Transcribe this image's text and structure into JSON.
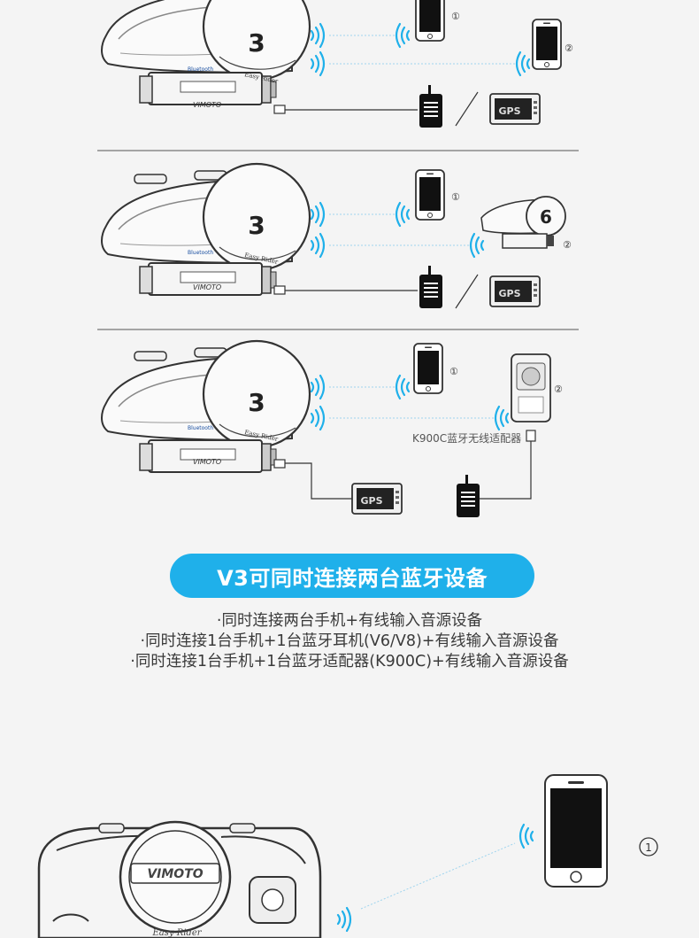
{
  "headline": "V3可同时连接两台蓝牙设备",
  "bullets": [
    "·同时连接两台手机+有线输入音源设备",
    "·同时连接1台手机+1台蓝牙耳机(V6/V8)+有线输入音源设备",
    "·同时连接1台手机+1台蓝牙适配器(K900C)+有线输入音源设备"
  ],
  "device": {
    "model_number": "3",
    "bluetooth_label": "Bluetooth",
    "tagline": "Easy Rider",
    "brand": "VIMOTO"
  },
  "headset_v6": {
    "model_number": "6"
  },
  "adapter_label": "K900C蓝牙无线适配器",
  "gps_label": "GPS",
  "markers": {
    "one": "①",
    "two": "②"
  },
  "colors": {
    "accent": "#1fb0ea",
    "background": "#f4f4f4"
  }
}
